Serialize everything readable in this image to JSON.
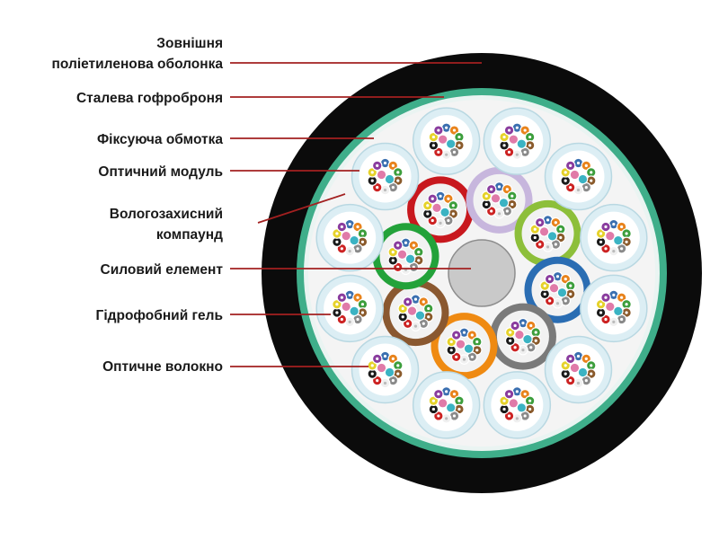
{
  "labels": {
    "outer_sheath_line1": "Зовнішня",
    "outer_sheath_line2": "поліетиленова оболонка",
    "steel_armor": "Сталева гофроброня",
    "binding_tape": "Фіксуюча обмотка",
    "optical_module": "Оптичний модуль",
    "water_blocking_line1": "Вологозахисний",
    "water_blocking_line2": "компаунд",
    "strength_member": "Силовий елемент",
    "hydrophobic_gel": "Гідрофобний гель",
    "optical_fiber": "Оптичне волокно"
  },
  "colors": {
    "leader_line": "#a32020",
    "outer_sheath": "#0b0b0b",
    "steel_armor": "#3fae8a",
    "core_fill": "#f4f4f4",
    "central_member": "#c9c9c9",
    "tube_fill": "#dceef4",
    "module_gel": "#f2f2f2",
    "fiber_colors": [
      "#3a6fb0",
      "#e8831c",
      "#3c9e3c",
      "#8a5a2b",
      "#8a8a8a",
      "#f0f0f0",
      "#cc2222",
      "#1a1a1a",
      "#e6d22a",
      "#8a3c9e",
      "#e07aa8",
      "#3bb3c3"
    ],
    "colored_modules": [
      {
        "name": "red-module",
        "color": "#c8181e"
      },
      {
        "name": "lavender-module",
        "color": "#c7b6dd"
      },
      {
        "name": "lime-module",
        "color": "#8dbf3a"
      },
      {
        "name": "blue-module",
        "color": "#2a6db3"
      },
      {
        "name": "gray-module",
        "color": "#7a7a7a"
      },
      {
        "name": "orange-module",
        "color": "#ef8a12"
      },
      {
        "name": "brown-module",
        "color": "#8a5830"
      },
      {
        "name": "green-module",
        "color": "#23a23a"
      }
    ]
  }
}
